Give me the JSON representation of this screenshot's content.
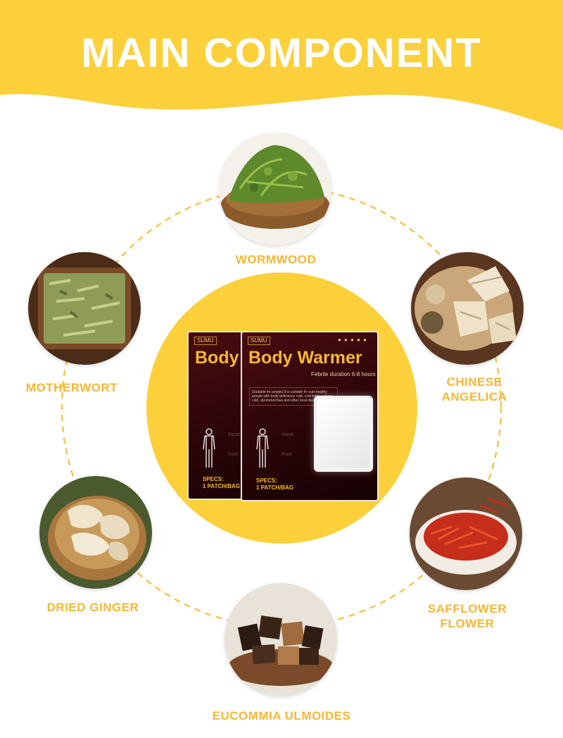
{
  "header": {
    "title": "MAIN COMPONENT"
  },
  "colors": {
    "accent": "#fcd03a",
    "label": "#f6b733",
    "ring": "#f6c453"
  },
  "product": {
    "brand": "SUMU",
    "name": "Body Warmer",
    "name_partial": "Body",
    "subtitle": "Febrile duration 6-8 hours",
    "description": "[Suitable for people] It is suitable for sub-healthy people with body deficiency cold, cold limbs, palace cold, dysmenorrhea and other local discomfort.",
    "hand_label": "Hand",
    "foot_label": "Foot",
    "specs_line1": "SPECS:",
    "specs_line2": "1 PATCH/BAG"
  },
  "ingredients": [
    {
      "name": "WORMWOOD",
      "lines": [
        "WORMWOOD"
      ],
      "icon": "wormwood-leaves"
    },
    {
      "name": "CHINESE ANGELICA",
      "lines": [
        "CHINESE",
        "ANGELICA"
      ],
      "icon": "angelica-slices"
    },
    {
      "name": "SAFFLOWER FLOWER",
      "lines": [
        "SAFFLOWER",
        "FLOWER"
      ],
      "icon": "safflower-bowl"
    },
    {
      "name": "EUCOMMIA ULMOIDES",
      "lines": [
        "EUCOMMIA ULMOIDES"
      ],
      "icon": "eucommia-bark"
    },
    {
      "name": "DRIED GINGER",
      "lines": [
        "DRIED GINGER"
      ],
      "icon": "ginger-slices"
    },
    {
      "name": "MOTHERWORT",
      "lines": [
        "MOTHERWORT"
      ],
      "icon": "motherwort-herb"
    }
  ]
}
